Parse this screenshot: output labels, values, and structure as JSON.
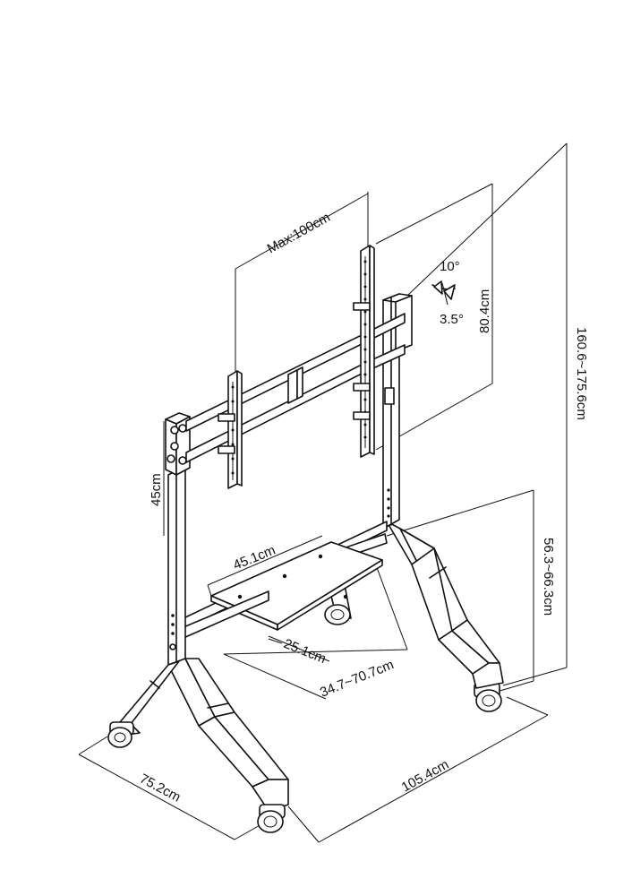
{
  "dimensions": {
    "max_vesa_width": "Max:100cm",
    "tilt_up": "10°",
    "tilt_down": "3.5°",
    "bracket_height": "80.4cm",
    "total_height": "160.6~175.6cm",
    "bracket_offset": "45cm",
    "shelf_width": "45.1cm",
    "shelf_depth": "25.1cm",
    "shelf_height": "56.3~66.3cm",
    "shelf_range": "34.7~70.7cm",
    "base_depth": "75.2cm",
    "base_width": "105.4cm"
  }
}
